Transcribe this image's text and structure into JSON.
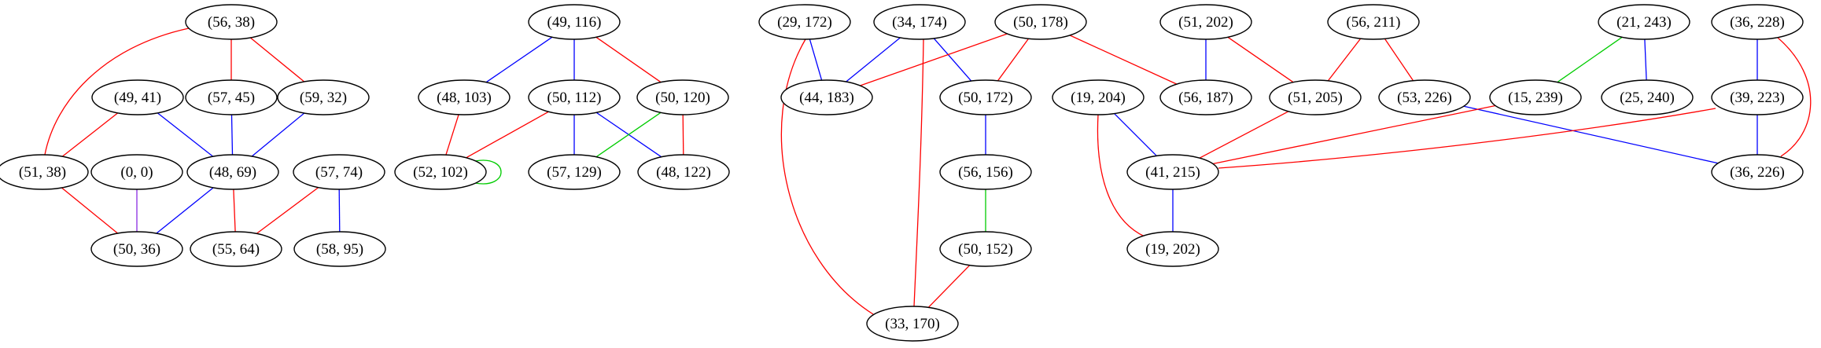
{
  "colors": {
    "red": "#ff0000",
    "blue": "#0000ff",
    "green": "#00cc00",
    "purple": "#8a2be2"
  },
  "nodes": [
    {
      "id": "n56_38",
      "label": "(56, 38)"
    },
    {
      "id": "n49_41",
      "label": "(49, 41)"
    },
    {
      "id": "n57_45",
      "label": "(57, 45)"
    },
    {
      "id": "n59_32",
      "label": "(59, 32)"
    },
    {
      "id": "n51_38",
      "label": "(51, 38)"
    },
    {
      "id": "n0_0",
      "label": "(0, 0)"
    },
    {
      "id": "n48_69",
      "label": "(48, 69)"
    },
    {
      "id": "n57_74",
      "label": "(57, 74)"
    },
    {
      "id": "n50_36",
      "label": "(50, 36)"
    },
    {
      "id": "n55_64",
      "label": "(55, 64)"
    },
    {
      "id": "n58_95",
      "label": "(58, 95)"
    },
    {
      "id": "n49_116",
      "label": "(49, 116)"
    },
    {
      "id": "n48_103",
      "label": "(48, 103)"
    },
    {
      "id": "n50_112",
      "label": "(50, 112)"
    },
    {
      "id": "n50_120",
      "label": "(50, 120)"
    },
    {
      "id": "n52_102",
      "label": "(52, 102)"
    },
    {
      "id": "n57_129",
      "label": "(57, 129)"
    },
    {
      "id": "n48_122",
      "label": "(48, 122)"
    },
    {
      "id": "n29_172",
      "label": "(29, 172)"
    },
    {
      "id": "n34_174",
      "label": "(34, 174)"
    },
    {
      "id": "n50_178",
      "label": "(50, 178)"
    },
    {
      "id": "n44_183",
      "label": "(44, 183)"
    },
    {
      "id": "n50_172",
      "label": "(50, 172)"
    },
    {
      "id": "n56_156",
      "label": "(56, 156)"
    },
    {
      "id": "n50_152",
      "label": "(50, 152)"
    },
    {
      "id": "n33_170",
      "label": "(33, 170)"
    },
    {
      "id": "n51_202",
      "label": "(51, 202)"
    },
    {
      "id": "n56_211",
      "label": "(56, 211)"
    },
    {
      "id": "n19_204",
      "label": "(19, 204)"
    },
    {
      "id": "n56_187",
      "label": "(56, 187)"
    },
    {
      "id": "n51_205",
      "label": "(51, 205)"
    },
    {
      "id": "n53_226",
      "label": "(53, 226)"
    },
    {
      "id": "n41_215",
      "label": "(41, 215)"
    },
    {
      "id": "n19_202",
      "label": "(19, 202)"
    },
    {
      "id": "n21_243",
      "label": "(21, 243)"
    },
    {
      "id": "n36_228",
      "label": "(36, 228)"
    },
    {
      "id": "n15_239",
      "label": "(15, 239)"
    },
    {
      "id": "n25_240",
      "label": "(25, 240)"
    },
    {
      "id": "n39_223",
      "label": "(39, 223)"
    },
    {
      "id": "n36_226",
      "label": "(36, 226)"
    }
  ],
  "edges": [
    {
      "from": "n56_38",
      "to": "n51_38",
      "color": "red"
    },
    {
      "from": "n56_38",
      "to": "n57_45",
      "color": "red"
    },
    {
      "from": "n56_38",
      "to": "n59_32",
      "color": "red"
    },
    {
      "from": "n49_41",
      "to": "n51_38",
      "color": "red"
    },
    {
      "from": "n49_41",
      "to": "n48_69",
      "color": "blue"
    },
    {
      "from": "n57_45",
      "to": "n48_69",
      "color": "blue"
    },
    {
      "from": "n59_32",
      "to": "n48_69",
      "color": "blue"
    },
    {
      "from": "n51_38",
      "to": "n50_36",
      "color": "red"
    },
    {
      "from": "n0_0",
      "to": "n50_36",
      "color": "purple"
    },
    {
      "from": "n48_69",
      "to": "n50_36",
      "color": "blue"
    },
    {
      "from": "n48_69",
      "to": "n55_64",
      "color": "red"
    },
    {
      "from": "n57_74",
      "to": "n55_64",
      "color": "red"
    },
    {
      "from": "n57_74",
      "to": "n58_95",
      "color": "blue"
    },
    {
      "from": "n49_116",
      "to": "n48_103",
      "color": "blue"
    },
    {
      "from": "n49_116",
      "to": "n50_112",
      "color": "blue"
    },
    {
      "from": "n49_116",
      "to": "n50_120",
      "color": "red"
    },
    {
      "from": "n48_103",
      "to": "n52_102",
      "color": "red"
    },
    {
      "from": "n50_112",
      "to": "n52_102",
      "color": "red"
    },
    {
      "from": "n50_112",
      "to": "n57_129",
      "color": "blue"
    },
    {
      "from": "n50_112",
      "to": "n48_122",
      "color": "blue"
    },
    {
      "from": "n50_120",
      "to": "n57_129",
      "color": "green"
    },
    {
      "from": "n50_120",
      "to": "n48_122",
      "color": "red"
    },
    {
      "from": "n52_102",
      "to": "n52_102",
      "color": "green"
    },
    {
      "from": "n29_172",
      "to": "n44_183",
      "color": "blue"
    },
    {
      "from": "n29_172",
      "to": "n33_170",
      "color": "red"
    },
    {
      "from": "n34_174",
      "to": "n44_183",
      "color": "blue"
    },
    {
      "from": "n34_174",
      "to": "n50_172",
      "color": "blue"
    },
    {
      "from": "n34_174",
      "to": "n33_170",
      "color": "red"
    },
    {
      "from": "n50_178",
      "to": "n44_183",
      "color": "red"
    },
    {
      "from": "n50_178",
      "to": "n50_172",
      "color": "red"
    },
    {
      "from": "n50_178",
      "to": "n56_187",
      "color": "red"
    },
    {
      "from": "n50_172",
      "to": "n56_156",
      "color": "blue"
    },
    {
      "from": "n56_156",
      "to": "n50_152",
      "color": "green"
    },
    {
      "from": "n50_152",
      "to": "n33_170",
      "color": "red"
    },
    {
      "from": "n51_202",
      "to": "n56_187",
      "color": "blue"
    },
    {
      "from": "n51_202",
      "to": "n51_205",
      "color": "red"
    },
    {
      "from": "n56_211",
      "to": "n51_205",
      "color": "red"
    },
    {
      "from": "n56_211",
      "to": "n53_226",
      "color": "red"
    },
    {
      "from": "n19_204",
      "to": "n41_215",
      "color": "blue"
    },
    {
      "from": "n19_204",
      "to": "n19_202",
      "color": "red"
    },
    {
      "from": "n51_205",
      "to": "n41_215",
      "color": "red"
    },
    {
      "from": "n53_226",
      "to": "n36_226",
      "color": "blue"
    },
    {
      "from": "n41_215",
      "to": "n19_202",
      "color": "blue"
    },
    {
      "from": "n15_239",
      "to": "n41_215",
      "color": "red"
    },
    {
      "from": "n39_223",
      "to": "n41_215",
      "color": "red"
    },
    {
      "from": "n21_243",
      "to": "n15_239",
      "color": "green"
    },
    {
      "from": "n21_243",
      "to": "n25_240",
      "color": "blue"
    },
    {
      "from": "n36_228",
      "to": "n39_223",
      "color": "blue"
    },
    {
      "from": "n36_228",
      "to": "n36_226",
      "color": "red"
    },
    {
      "from": "n39_223",
      "to": "n36_226",
      "color": "blue"
    }
  ]
}
